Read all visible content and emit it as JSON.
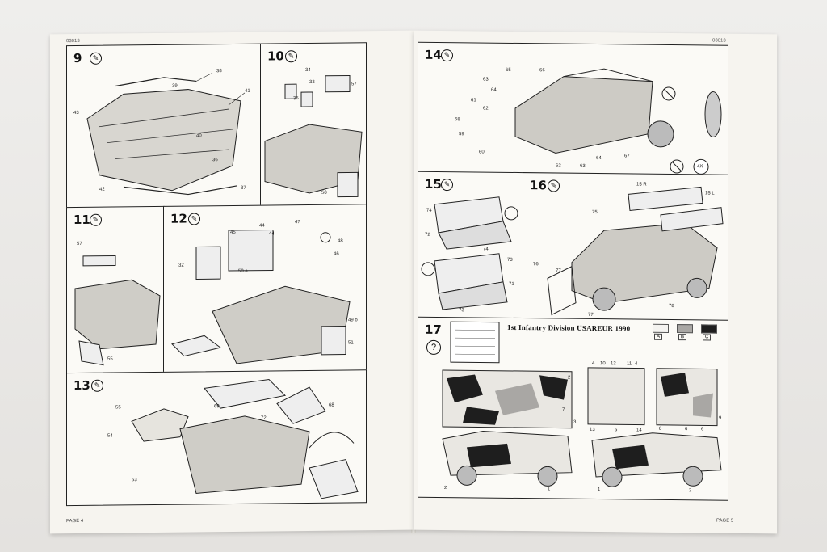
{
  "left_page": {
    "code": "03013",
    "page_label": "PAGE 4",
    "steps": [
      {
        "num": "9",
        "callouts": [
          "38",
          "39",
          "41",
          "40",
          "36",
          "42",
          "37",
          "43"
        ]
      },
      {
        "num": "10",
        "callouts": [
          "34",
          "33",
          "57",
          "35",
          "58"
        ]
      },
      {
        "num": "11",
        "callouts": [
          "57",
          "55"
        ]
      },
      {
        "num": "12",
        "callouts": [
          "44",
          "44",
          "47",
          "48",
          "45",
          "46",
          "32",
          "50 a",
          "49 b",
          "51"
        ]
      },
      {
        "num": "13",
        "callouts": [
          "69",
          "68",
          "55",
          "72",
          "54",
          "53"
        ]
      }
    ]
  },
  "right_page": {
    "code": "03013",
    "page_label": "PAGE 5",
    "steps": [
      {
        "num": "14",
        "callouts": [
          "65",
          "66",
          "63",
          "64",
          "61",
          "62",
          "58",
          "59",
          "60",
          "62",
          "63",
          "64",
          "67",
          "4X"
        ]
      },
      {
        "num": "15",
        "callouts": [
          "74",
          "72",
          "74",
          "73",
          "71",
          "73"
        ]
      },
      {
        "num": "16",
        "callouts": [
          "15 R",
          "15 L",
          "75",
          "76",
          "77",
          "78",
          "77"
        ]
      },
      {
        "num": "17",
        "callouts": [
          "4",
          "10",
          "12",
          "11",
          "4",
          "13",
          "5",
          "14",
          "8",
          "6",
          "6",
          "9",
          "3",
          "2",
          "7",
          "2",
          "1",
          "1",
          "2"
        ]
      }
    ],
    "step17_title": "1st Infantry Division USAREUR 1990",
    "swatches": [
      {
        "label": "A",
        "color": "#f4f3f0"
      },
      {
        "label": "B",
        "color": "#a9a7a4"
      },
      {
        "label": "C",
        "color": "#1e1e1e"
      }
    ]
  }
}
